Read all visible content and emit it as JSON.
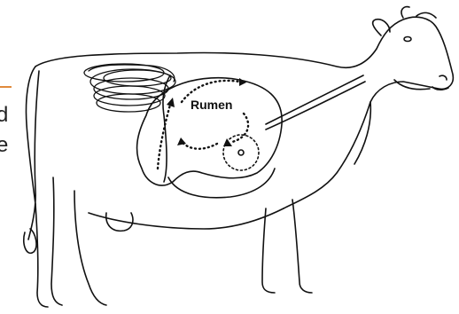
{
  "colors": {
    "ink": "#111111",
    "accent": "#e08a3c"
  },
  "diagram": {
    "subject": "cow-digestive-system",
    "labels": {
      "rumen": "Rumen"
    },
    "cropped_text": [
      "d",
      "e"
    ]
  }
}
